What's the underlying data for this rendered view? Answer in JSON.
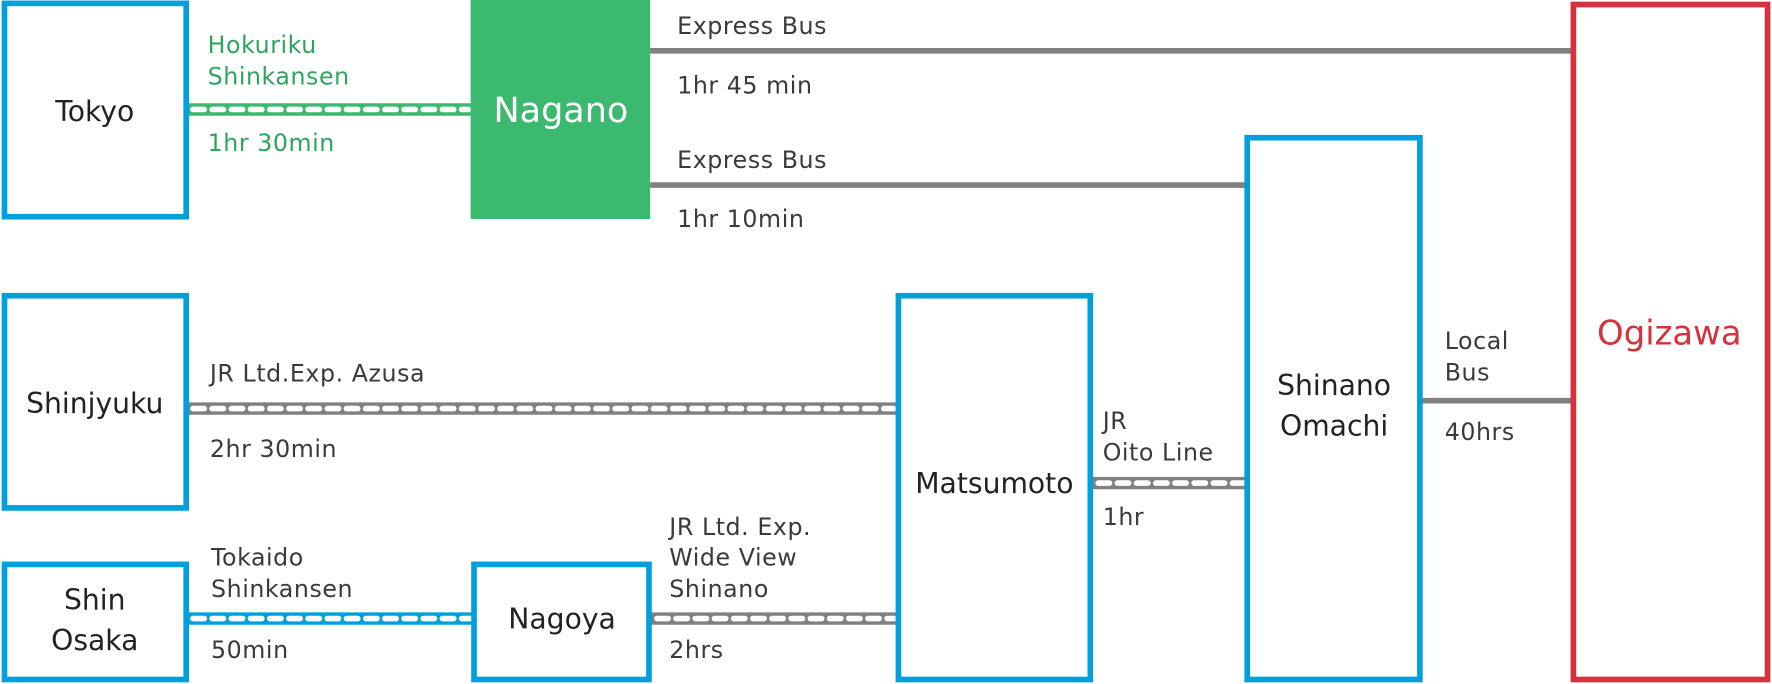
{
  "colors": {
    "station_border": "#00a0dc",
    "nagano_fill": "#3bb96f",
    "destination": "#d5323b",
    "rail_gray": "#808080",
    "shinkansen_green": "#3bb96f",
    "shinkansen_blue": "#00a0dc"
  },
  "stations": {
    "tokyo": "Tokyo",
    "nagano": "Nagano",
    "shinjyuku": "Shinjyuku",
    "shin_osaka_1": "Shin",
    "shin_osaka_2": "Osaka",
    "nagoya": "Nagoya",
    "matsumoto": "Matsumoto",
    "shinano_omachi_1": "Shinano",
    "shinano_omachi_2": "Omachi",
    "ogizawa": "Ogizawa"
  },
  "routes": {
    "hokuriku": {
      "line1": "Hokuriku",
      "line2": "Shinkansen",
      "time": "1hr 30min"
    },
    "express_bus_ogizawa": {
      "name": "Express Bus",
      "time": "1hr 45 min"
    },
    "express_bus_omachi": {
      "name": "Express Bus",
      "time": "1hr 10min"
    },
    "azusa": {
      "name": "JR Ltd.Exp. Azusa",
      "time": "2hr 30min"
    },
    "tokaido": {
      "line1": "Tokaido",
      "line2": "Shinkansen",
      "time": "50min"
    },
    "wide_view": {
      "line1": "JR Ltd. Exp.",
      "line2": "Wide View",
      "line3": "Shinano",
      "time": "2hrs"
    },
    "oito": {
      "line1": "JR",
      "line2": "Oito Line",
      "time": "1hr"
    },
    "local_bus": {
      "line1": "Local",
      "line2": "Bus",
      "time": "40hrs"
    }
  }
}
